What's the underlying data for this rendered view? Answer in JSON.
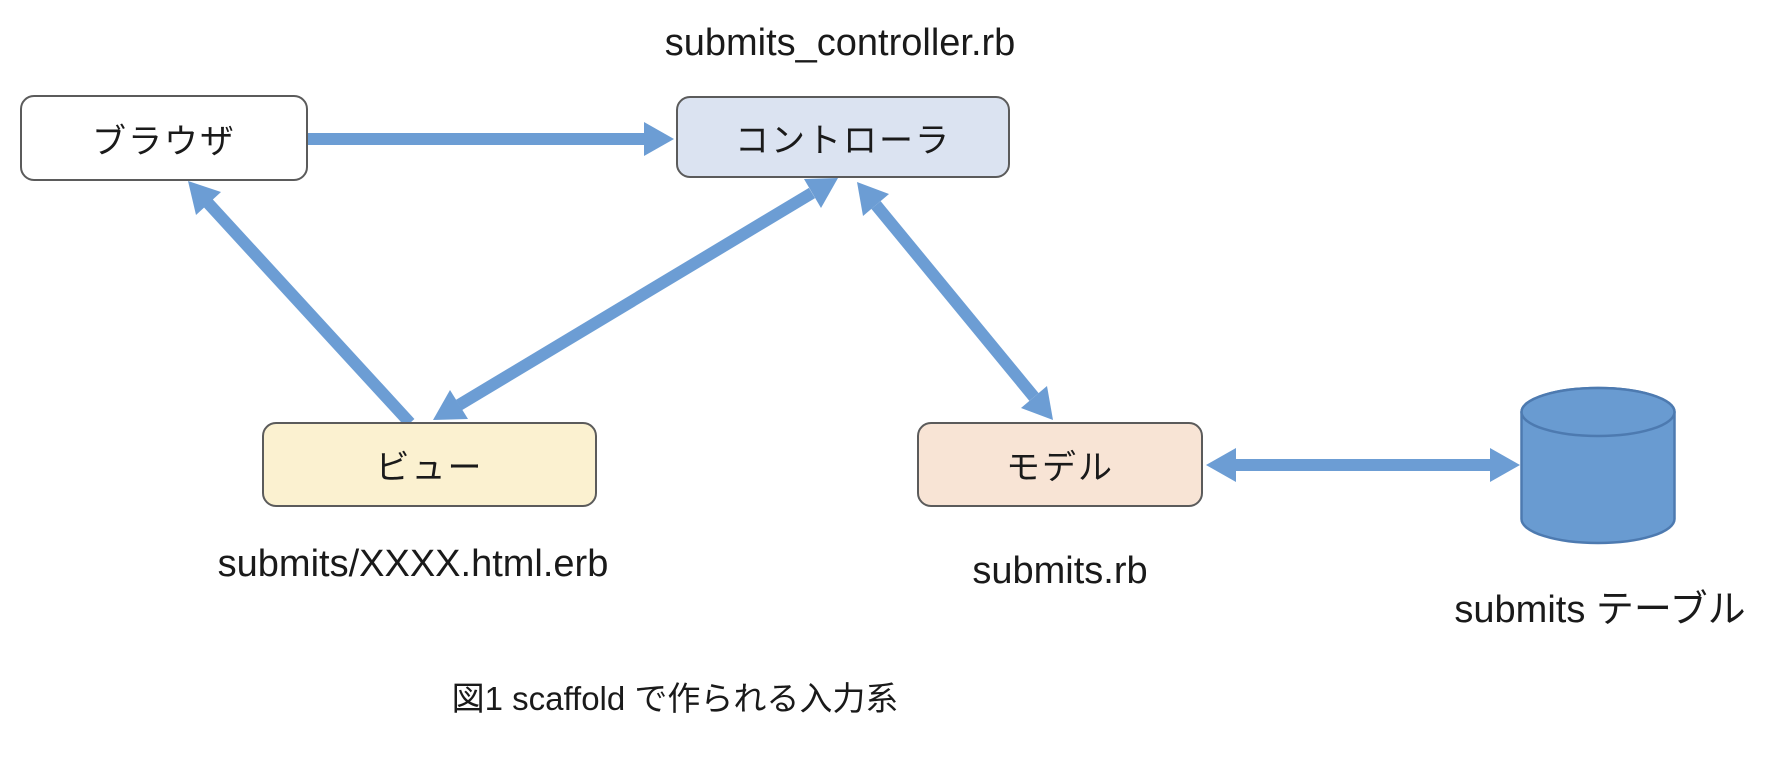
{
  "figure": {
    "caption": "図1 scaffold で作られる入力系"
  },
  "nodes": {
    "browser": {
      "label": "ブラウザ"
    },
    "controller": {
      "label": "コントローラ",
      "file_label": "submits_controller.rb"
    },
    "view": {
      "label": "ビュー",
      "file_label": "submits/XXXX.html.erb"
    },
    "model": {
      "label": "モデル",
      "file_label": "submits.rb"
    },
    "database": {
      "label": "submits テーブル"
    }
  },
  "edges": [
    {
      "from": "browser",
      "to": "controller",
      "direction": "one-way"
    },
    {
      "from": "view",
      "to": "browser",
      "direction": "one-way"
    },
    {
      "from": "controller",
      "to": "view",
      "direction": "two-way"
    },
    {
      "from": "controller",
      "to": "model",
      "direction": "two-way"
    },
    {
      "from": "model",
      "to": "database",
      "direction": "two-way"
    }
  ],
  "colors": {
    "arrow": "#6c9dd4",
    "box_border": "#5b5b5b",
    "text": "#1a1a1a",
    "browser_fill": "#ffffff",
    "controller_fill": "#dbe3f1",
    "view_fill": "#fbf1d0",
    "model_fill": "#f8e4d5",
    "db_fill": "#699bd1",
    "db_stroke": "#4d7ab0"
  }
}
